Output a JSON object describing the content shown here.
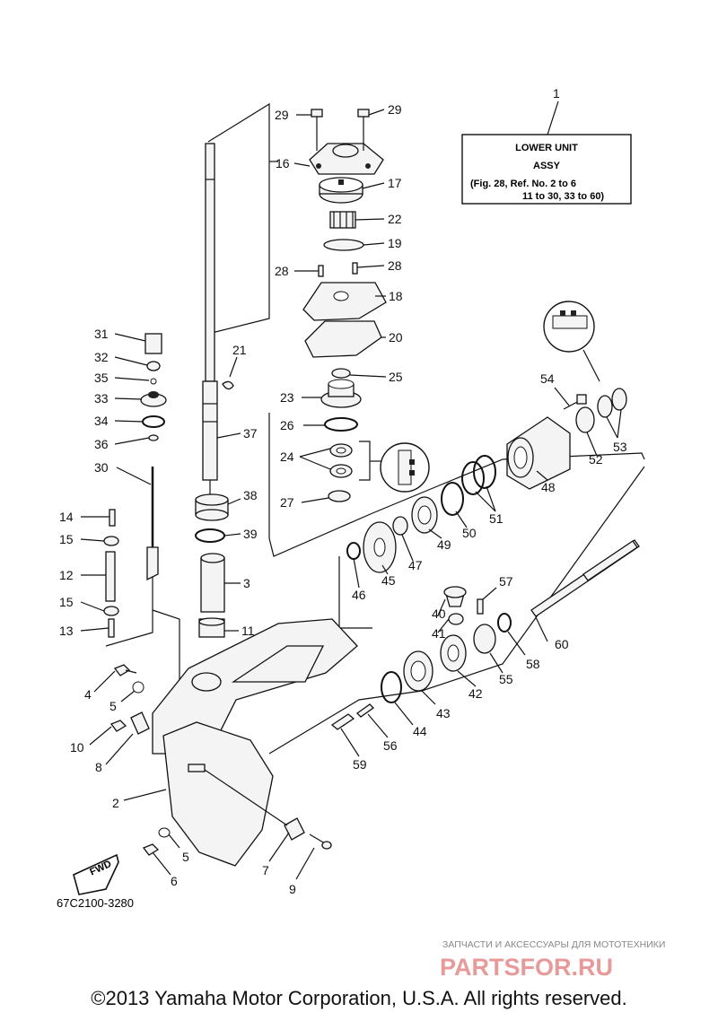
{
  "assembly_box": {
    "ref": "1",
    "line1": "LOWER UNIT",
    "line2": "ASSY",
    "line3": "(Fig. 28, Ref. No. 2 to 6",
    "line4": "11 to 30, 33 to 60)"
  },
  "callouts": {
    "n2": "2",
    "n3": "3",
    "n4": "4",
    "n5a": "5",
    "n5b": "5",
    "n6": "6",
    "n7": "7",
    "n8": "8",
    "n9": "9",
    "n10": "10",
    "n11": "11",
    "n12": "12",
    "n13": "13",
    "n14": "14",
    "n15a": "15",
    "n15b": "15",
    "n16": "16",
    "n17": "17",
    "n18": "18",
    "n19": "19",
    "n20": "20",
    "n21": "21",
    "n22": "22",
    "n23": "23",
    "n24": "24",
    "n25": "25",
    "n26": "26",
    "n27": "27",
    "n28a": "28",
    "n28b": "28",
    "n29a": "29",
    "n29b": "29",
    "n30": "30",
    "n31": "31",
    "n32": "32",
    "n33": "33",
    "n34": "34",
    "n35": "35",
    "n36": "36",
    "n37": "37",
    "n38": "38",
    "n39": "39",
    "n40": "40",
    "n41": "41",
    "n42": "42",
    "n43": "43",
    "n44": "44",
    "n45": "45",
    "n46": "46",
    "n47": "47",
    "n48": "48",
    "n49": "49",
    "n50": "50",
    "n51": "51",
    "n52": "52",
    "n53": "53",
    "n54": "54",
    "n55": "55",
    "n56": "56",
    "n57": "57",
    "n58": "58",
    "n59": "59",
    "n60": "60"
  },
  "fwd_label": "FWD",
  "diagram_code": "67C2100-3280",
  "watermark": {
    "tagline": "ЗАПЧАСТИ И АКСЕССУАРЫ ДЛЯ МОТОТЕХНИКИ",
    "brand": "PARTSFOR.RU"
  },
  "copyright": "©2013 Yamaha Motor Corporation, U.S.A. All rights reserved."
}
